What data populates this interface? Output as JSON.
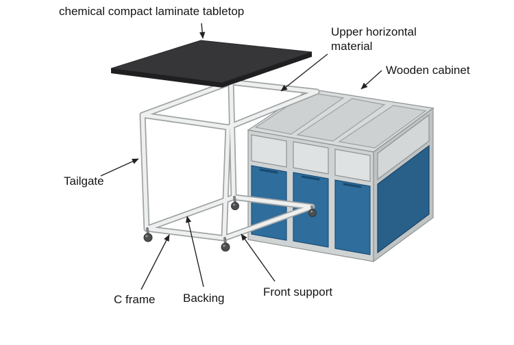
{
  "labels": {
    "tabletop": "chemical compact laminate tabletop",
    "upper_horizontal": "Upper horizontal material",
    "wooden_cabinet": "Wooden cabinet",
    "tailgate": "Tailgate",
    "c_frame": "C frame",
    "backing": "Backing",
    "front_support": "Front support"
  },
  "colors": {
    "background": "#ffffff",
    "tabletop_dark": "#363638",
    "tabletop_edge": "#1f1f21",
    "frame_tube_light": "#eef0f0",
    "frame_tube_outline": "#9fa3a4",
    "cabinet_top": "#d8dbdb",
    "cabinet_front": "#cfd3d3",
    "cabinet_side": "#bfc3c4",
    "drawer_front": "#dfe2e2",
    "door_blue": "#2e6d9c",
    "door_blue_dark": "#28608a",
    "label_text": "#141414",
    "leader_line": "#222222"
  }
}
